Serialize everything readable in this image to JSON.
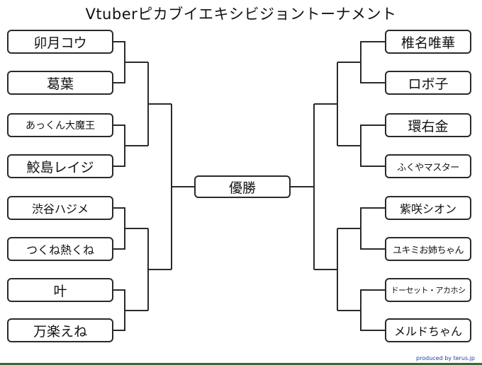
{
  "title": "Vtuberピカブイエキシビジョントーナメント",
  "champion_label": "優勝",
  "left": [
    "卯月コウ",
    "葛葉",
    "あっくん大魔王",
    "鮫島レイジ",
    "渋谷ハジメ",
    "つくね熱くね",
    "叶",
    "万楽えね"
  ],
  "right": [
    "椎名唯華",
    "ロボ子",
    "環右金",
    "ふくやマスター",
    "紫咲シオン",
    "ユキミお姉ちゃん",
    "ドーセット・アカホシ",
    "メルドちゃん"
  ],
  "credit": "produced by terus.jp"
}
